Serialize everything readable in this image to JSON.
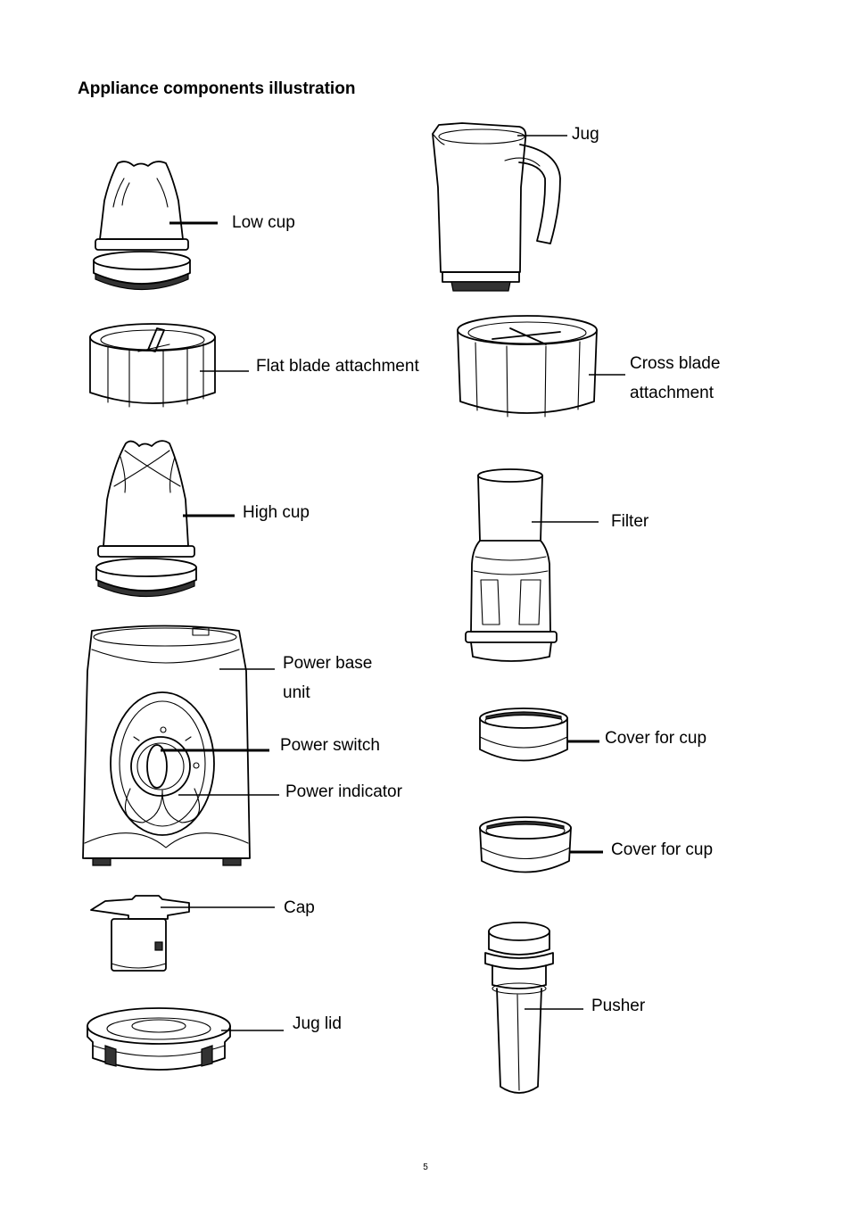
{
  "title": "Appliance components illustration",
  "labels": {
    "low_cup": "Low cup",
    "jug": "Jug",
    "flat_blade": "Flat blade attachment",
    "cross_blade_line1": "Cross blade",
    "cross_blade_line2": "attachment",
    "high_cup": "High cup",
    "filter": "Filter",
    "power_base_line1": "Power base",
    "power_base_line2": "unit",
    "power_switch": "Power switch",
    "power_indicator": "Power indicator",
    "cover_for_cup_1": "Cover for cup",
    "cover_for_cup_2": "Cover for cup",
    "cap": "Cap",
    "jug_lid": "Jug lid",
    "pusher": "Pusher"
  },
  "page_number": "5"
}
